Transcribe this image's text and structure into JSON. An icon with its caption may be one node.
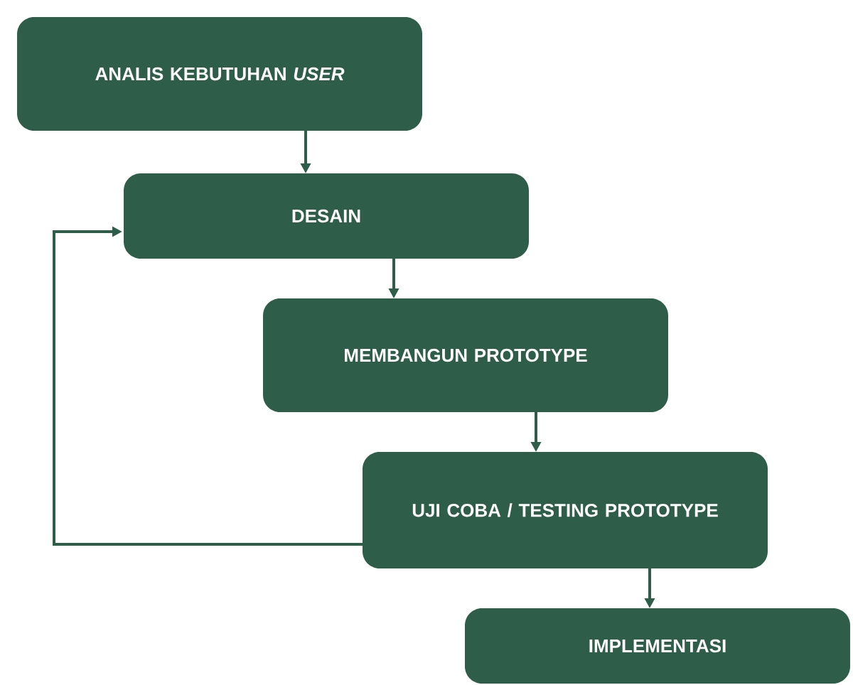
{
  "diagram": {
    "nodes": [
      {
        "text": [
          "ANALIS KEBUTUHAN *USER*"
        ]
      },
      {
        "text": [
          "DESAIN"
        ]
      },
      {
        "text": [
          "MEMBANGUN PROTOTYPE"
        ]
      },
      {
        "text": [
          "UJI COBA / TESTING PROTOTYPE"
        ]
      },
      {
        "text": [
          "IMPLEMENTASI"
        ]
      }
    ],
    "edges": [
      {
        "from": 0,
        "to": 1,
        "arrow": "to"
      },
      {
        "from": 1,
        "to": 2,
        "arrow": "to"
      },
      {
        "from": 2,
        "to": 3,
        "arrow": "to"
      },
      {
        "from": 3,
        "to": 4,
        "arrow": "to"
      },
      {
        "from": 3,
        "to": 1,
        "arrow": "to"
      }
    ]
  }
}
